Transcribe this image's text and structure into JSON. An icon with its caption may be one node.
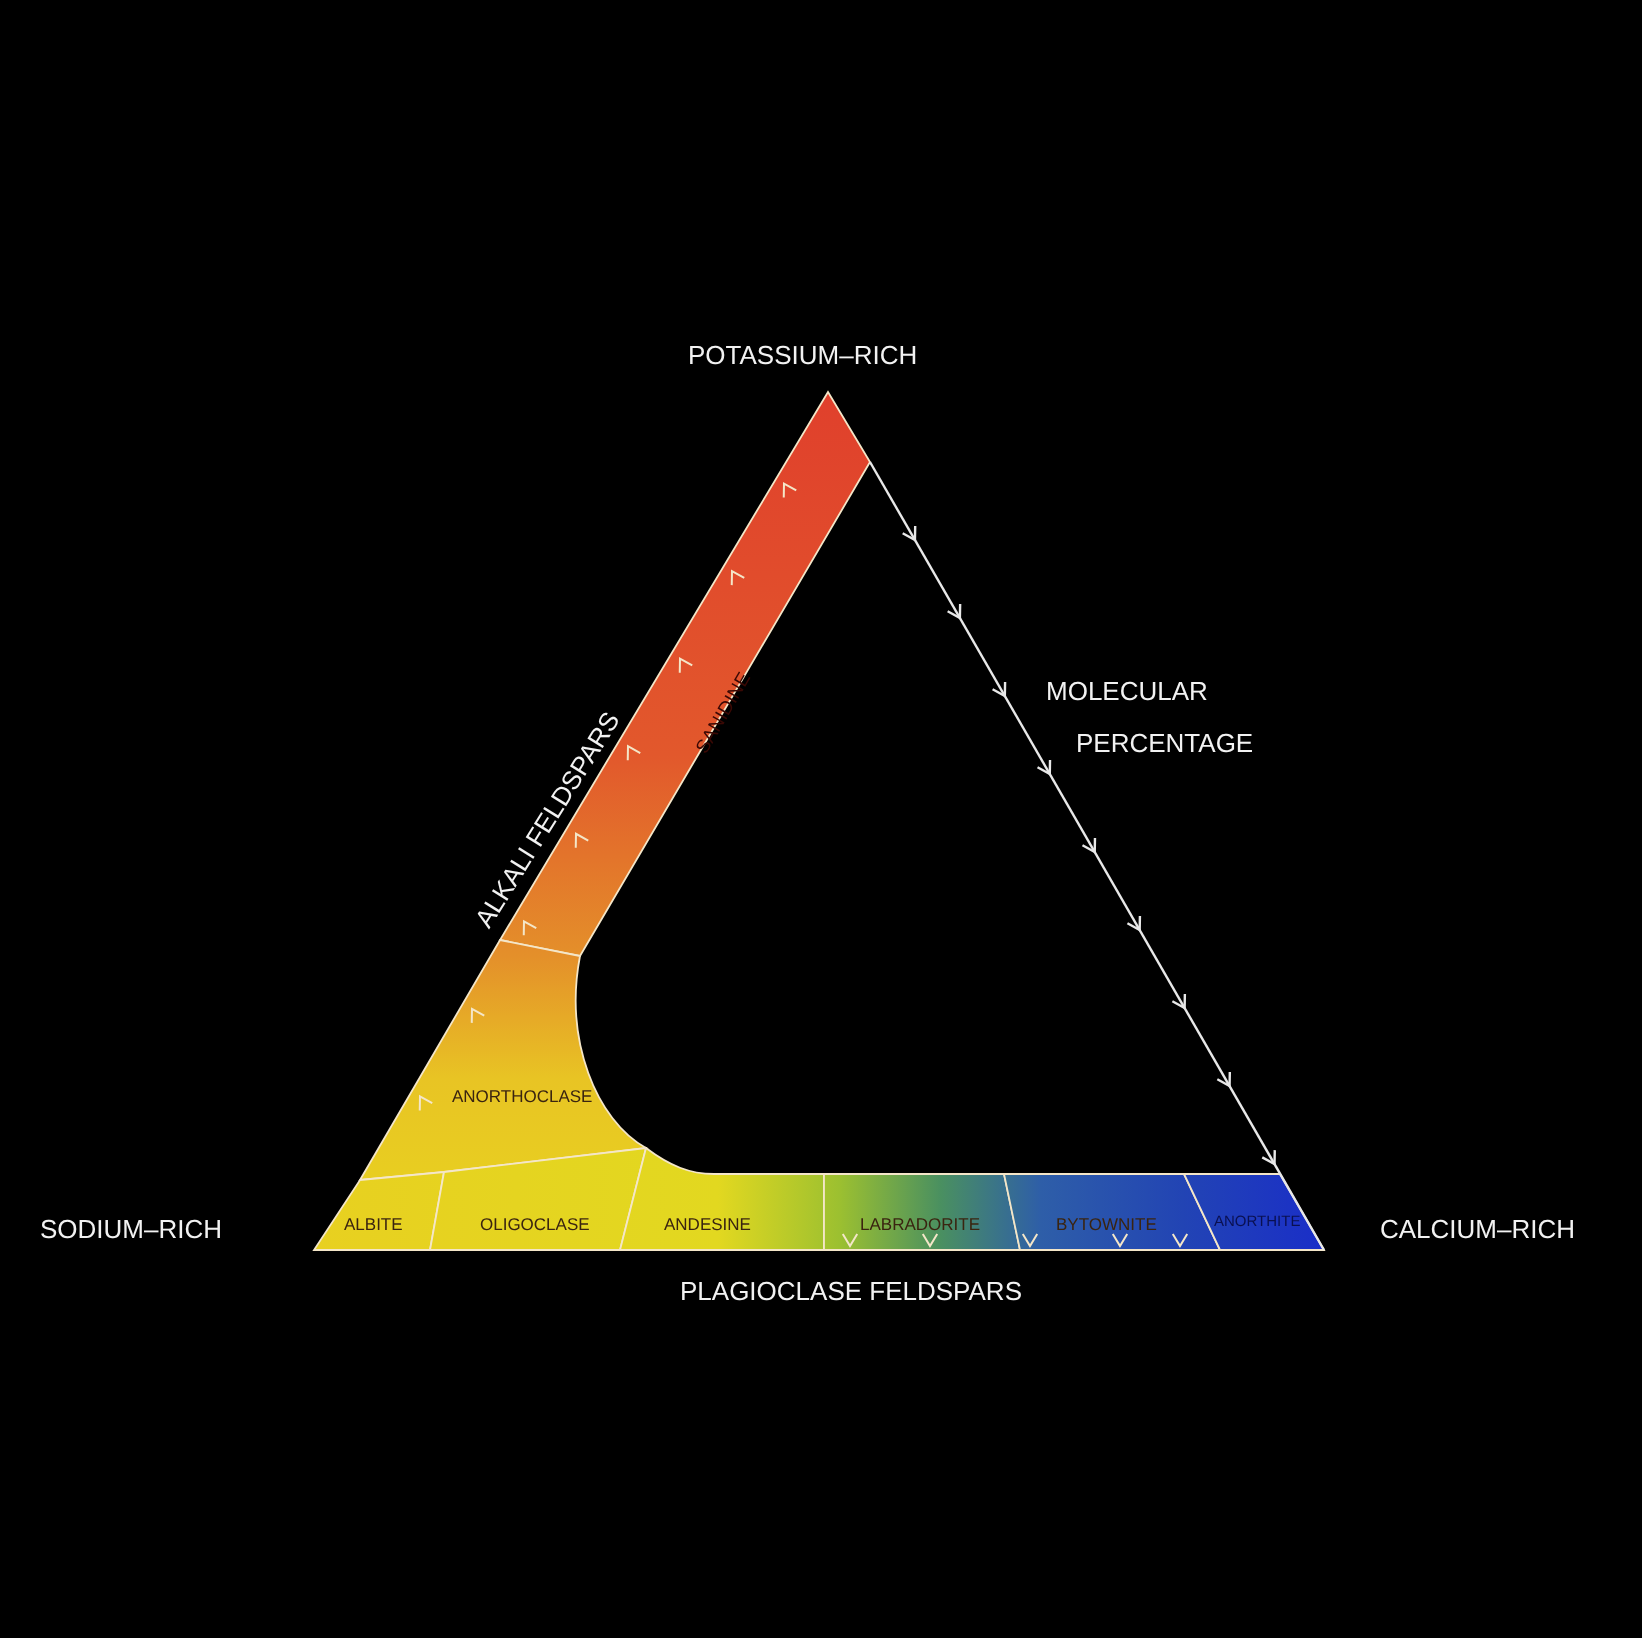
{
  "diagram": {
    "nodes": [
      {
        "text": [
          "SANIDINE"
        ]
      },
      {
        "text": [
          "ANORTHOCLASE"
        ]
      },
      {
        "text": [
          "ALBITE"
        ]
      },
      {
        "text": [
          "OLIGOCLASE"
        ]
      },
      {
        "text": [
          "ANDESINE"
        ]
      },
      {
        "text": [
          "LABRADORITE"
        ]
      },
      {
        "text": [
          "BYTOWNITE"
        ]
      },
      {
        "text": [
          "ANORTHITE"
        ]
      }
    ],
    "edges": [],
    "labels": [
      "POTASSIUM–RICH",
      "ALKALI FELDSPARS",
      "MOLECULAR PERCENTAGE",
      "SODIUM–RICH",
      "CALCIUM–RICH",
      "PLAGIOCLASE FELDSPARS"
    ]
  }
}
